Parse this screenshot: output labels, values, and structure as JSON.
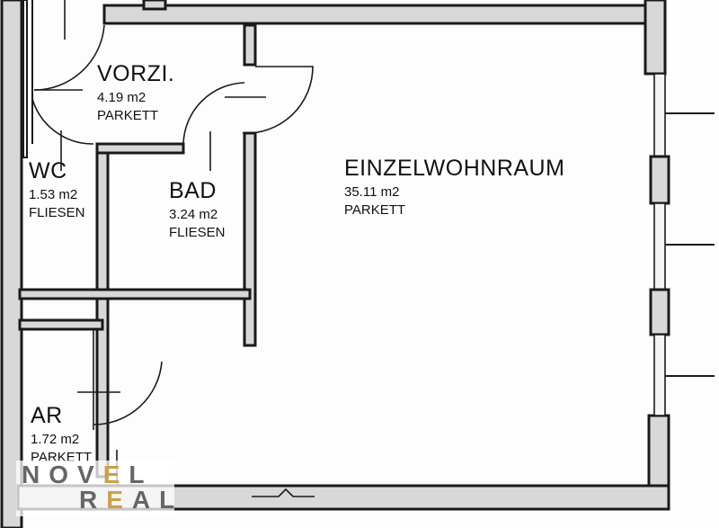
{
  "rooms": [
    {
      "id": "vorzimmer",
      "name": "VORZI.",
      "area": "4.19 m2",
      "floor": "PARKETT"
    },
    {
      "id": "wc",
      "name": "WC",
      "area": "1.53 m2",
      "floor": "FLIESEN"
    },
    {
      "id": "bad",
      "name": "BAD",
      "area": "3.24 m2",
      "floor": "FLIESEN"
    },
    {
      "id": "einzelwohnraum",
      "name": "EINZELWOHNRAUM",
      "area": "35.11 m2",
      "floor": "PARKETT"
    },
    {
      "id": "ar",
      "name": "AR",
      "area": "1.72 m2",
      "floor": "PARKETT"
    }
  ],
  "watermark": {
    "line1": "NOVEL",
    "line2": "REAL",
    "accent_color": "#c9a14a"
  }
}
